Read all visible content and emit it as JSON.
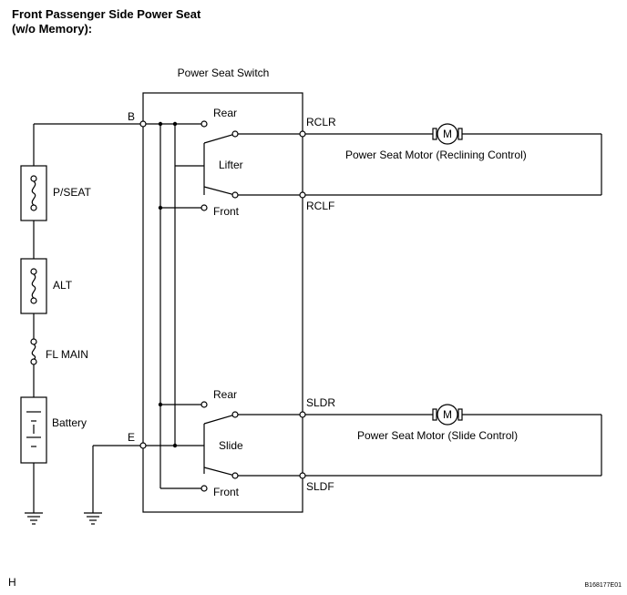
{
  "title": {
    "line1": "Front Passenger Side Power Seat",
    "line2": "(w/o Memory):"
  },
  "switch": {
    "label": "Power Seat Switch",
    "terminal_b": "B",
    "terminal_e": "E",
    "upper": {
      "rear": "Rear",
      "mode": "Lifter",
      "front": "Front"
    },
    "lower": {
      "rear": "Rear",
      "mode": "Slide",
      "front": "Front"
    }
  },
  "connectors": {
    "rclr": "RCLR",
    "rclf": "RCLF",
    "sldr": "SLDR",
    "sldf": "SLDF"
  },
  "motors": {
    "reclining": {
      "symbol": "M",
      "label": "Power Seat Motor (Reclining Control)"
    },
    "slide": {
      "symbol": "M",
      "label": "Power Seat Motor (Slide Control)"
    }
  },
  "supply": {
    "fuse1": "P/SEAT",
    "fuse2": "ALT",
    "link": "FL MAIN",
    "battery": "Battery"
  },
  "footer": {
    "left_mark": "H",
    "figure_id": "B168177E01"
  }
}
